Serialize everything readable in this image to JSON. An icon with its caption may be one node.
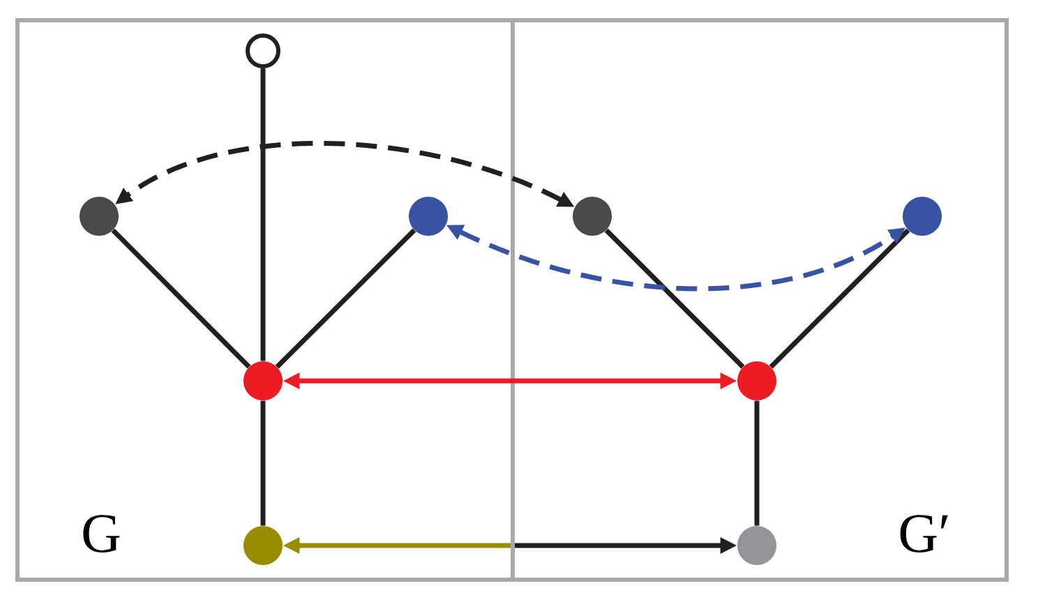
{
  "diagram": {
    "nodes": [
      {
        "text": [
          "G"
        ]
      },
      {
        "text": [
          "G′"
        ]
      },
      {
        "text": [],
        "shape": "circle",
        "in": 0
      },
      {
        "text": [],
        "shape": "circle",
        "in": 0
      },
      {
        "text": [],
        "shape": "circle",
        "in": 0
      },
      {
        "text": [],
        "shape": "circle",
        "in": 0
      },
      {
        "text": [],
        "shape": "circle",
        "in": 0
      },
      {
        "text": [],
        "shape": "circle",
        "in": 1
      },
      {
        "text": [],
        "shape": "circle",
        "in": 1
      },
      {
        "text": [],
        "shape": "circle",
        "in": 1
      },
      {
        "text": [],
        "shape": "circle",
        "in": 1
      }
    ],
    "edges": [
      {
        "from": 5,
        "to": 2,
        "arrow": "none"
      },
      {
        "from": 5,
        "to": 3,
        "arrow": "none"
      },
      {
        "from": 5,
        "to": 4,
        "arrow": "none"
      },
      {
        "from": 5,
        "to": 6,
        "arrow": "none"
      },
      {
        "from": 9,
        "to": 7,
        "arrow": "none"
      },
      {
        "from": 9,
        "to": 8,
        "arrow": "none"
      },
      {
        "from": 9,
        "to": 10,
        "arrow": "none"
      },
      {
        "from": 7,
        "to": 3,
        "arrow": "both",
        "style": "dashed"
      },
      {
        "from": 4,
        "to": 8,
        "arrow": "both",
        "style": "dashed",
        "color": "#3953a4"
      },
      {
        "from": 5,
        "to": 9,
        "arrow": "both",
        "color": "#ed1c24"
      },
      {
        "from": 1,
        "to": 6,
        "arrow": "to",
        "color": "#9a8c00"
      },
      {
        "from": 0,
        "to": 10,
        "arrow": "to"
      }
    ]
  }
}
